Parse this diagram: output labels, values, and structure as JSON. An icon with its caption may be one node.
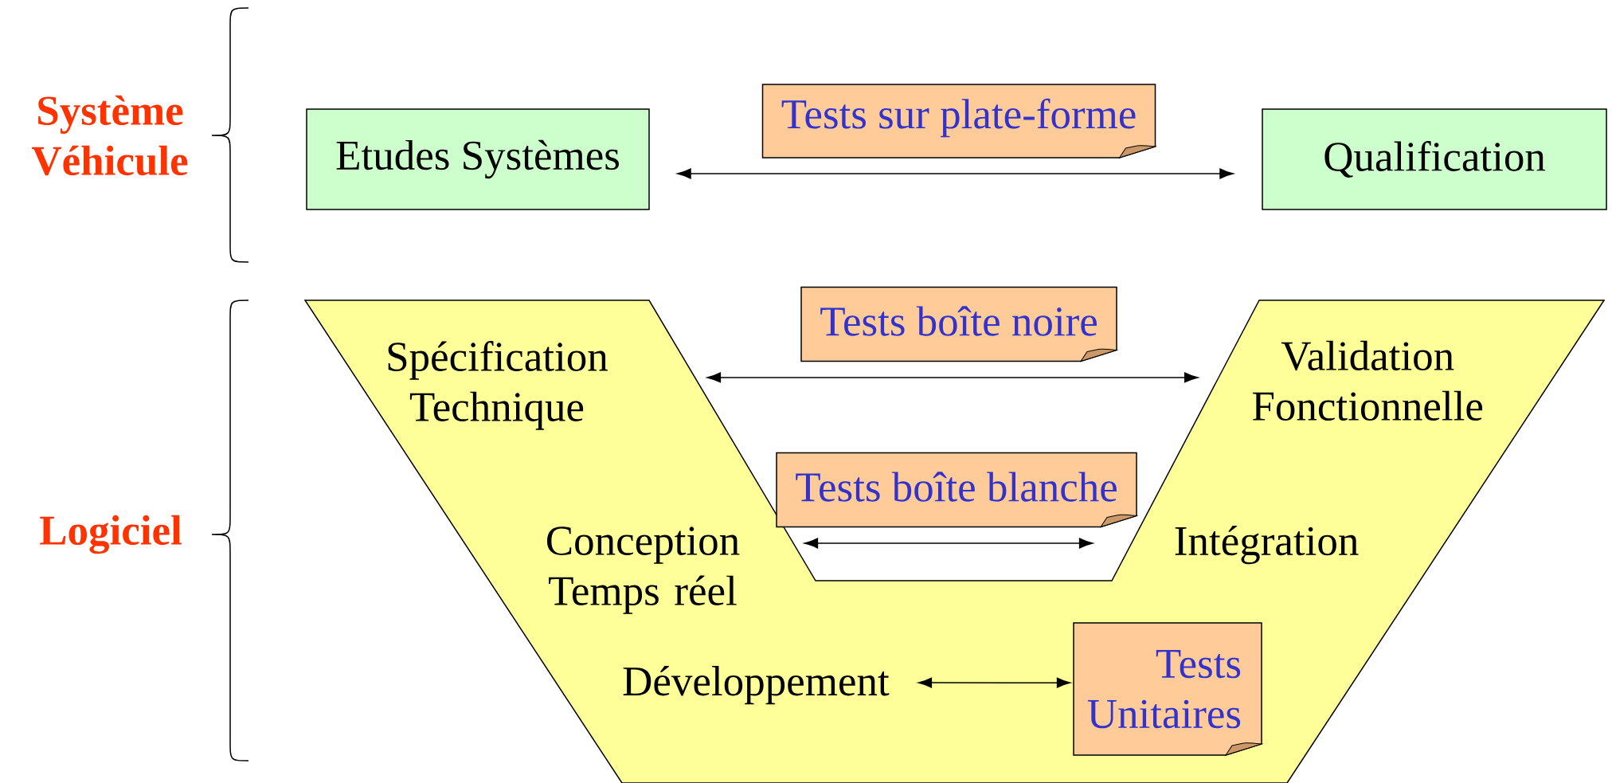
{
  "diagram": {
    "nodes": [
      {
        "text": [
          "Etudes Systèmes"
        ]
      },
      {
        "text": [
          "Qualification"
        ]
      },
      {
        "text": [],
        "shape": "band"
      },
      {
        "text": [
          "Spécification Technique"
        ],
        "in": 2
      },
      {
        "text": [
          "Validation Fonctionnelle"
        ],
        "in": 2
      },
      {
        "text": [
          "Conception Temps réel"
        ],
        "in": 2
      },
      {
        "text": [
          "Intégration"
        ],
        "in": 2
      },
      {
        "text": [
          "Développement"
        ],
        "in": 2
      },
      {
        "text": [
          "Tests Unitaires"
        ],
        "in": 2
      }
    ],
    "edges": [
      {
        "from": 0,
        "to": 1,
        "arrow": "both",
        "label": "Tests sur plate-forme"
      },
      {
        "from": 3,
        "to": 4,
        "arrow": "both",
        "label": "Tests boîte noire"
      },
      {
        "from": 5,
        "to": 6,
        "arrow": "both",
        "label": "Tests boîte blanche"
      },
      {
        "from": 7,
        "to": 8,
        "arrow": "both"
      }
    ],
    "labels": [
      "Système Véhicule",
      "Logiciel"
    ]
  }
}
